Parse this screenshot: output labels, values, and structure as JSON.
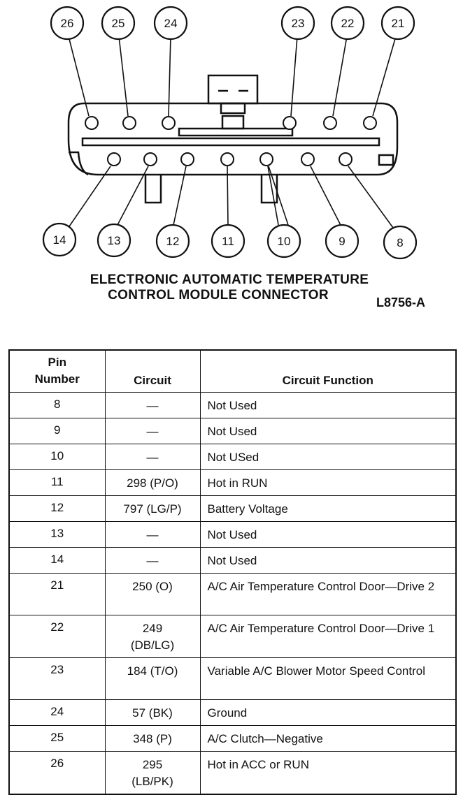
{
  "diagram": {
    "top_callouts": [
      "26",
      "25",
      "24",
      "23",
      "22",
      "21"
    ],
    "bottom_callouts": [
      "14",
      "13",
      "12",
      "11",
      "10",
      "9",
      "8"
    ],
    "title_line1": "ELECTRONIC AUTOMATIC TEMPERATURE",
    "title_line2": "CONTROL MODULE CONNECTOR",
    "figure_code": "L8756-A"
  },
  "table": {
    "headers": [
      "Pin\nNumber",
      "Circuit",
      "Circuit Function"
    ],
    "rows": [
      {
        "pin": "8",
        "circuit": "—",
        "function": "Not Used"
      },
      {
        "pin": "9",
        "circuit": "—",
        "function": "Not Used"
      },
      {
        "pin": "10",
        "circuit": "—",
        "function": "Not USed"
      },
      {
        "pin": "11",
        "circuit": "298 (P/O)",
        "function": "Hot in RUN"
      },
      {
        "pin": "12",
        "circuit": "797 (LG/P)",
        "function": "Battery Voltage"
      },
      {
        "pin": "13",
        "circuit": "—",
        "function": "Not Used"
      },
      {
        "pin": "14",
        "circuit": "—",
        "function": "Not Used"
      },
      {
        "pin": "21",
        "circuit": "250 (O)",
        "function": "A/C Air Temperature Control Door—Drive 2"
      },
      {
        "pin": "22",
        "circuit": "249\n(DB/LG)",
        "function": "A/C Air Temperature Control Door—Drive 1"
      },
      {
        "pin": "23",
        "circuit": "184 (T/O)",
        "function": "Variable A/C Blower Motor Speed Control"
      },
      {
        "pin": "24",
        "circuit": "57 (BK)",
        "function": "Ground"
      },
      {
        "pin": "25",
        "circuit": "348 (P)",
        "function": "A/C Clutch—Negative"
      },
      {
        "pin": "26",
        "circuit": "295\n(LB/PK)",
        "function": "Hot in ACC or RUN"
      }
    ]
  }
}
